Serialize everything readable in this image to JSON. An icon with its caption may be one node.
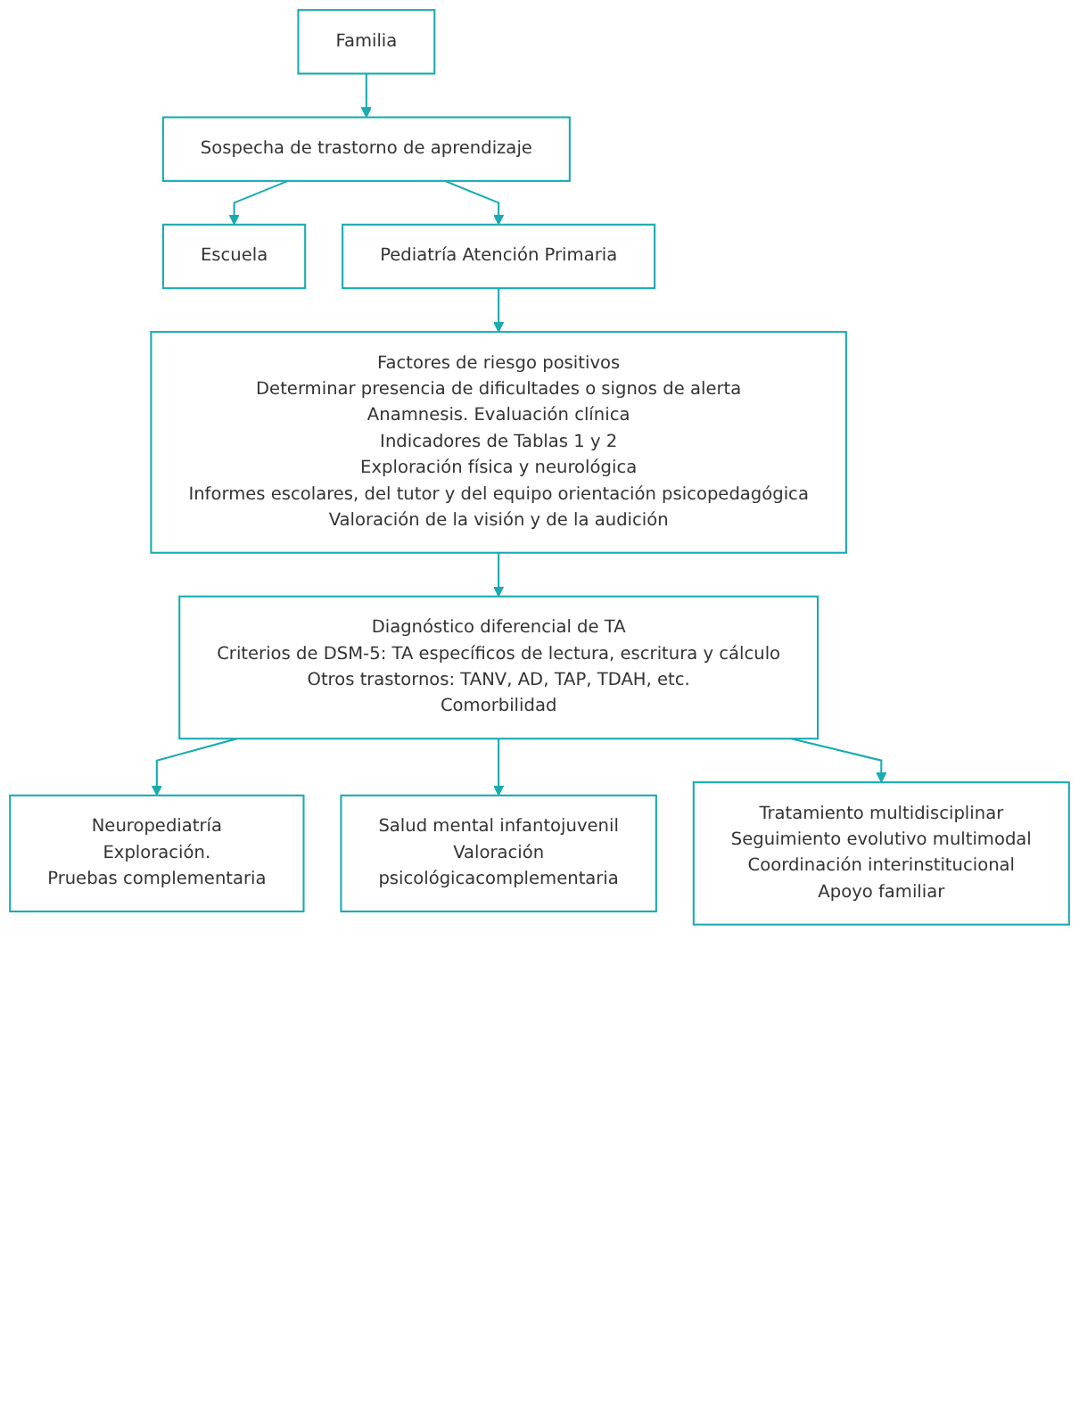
{
  "diagram": {
    "nodes": [
      {
        "text": [
          "Familia"
        ]
      },
      {
        "text": [
          "Sospecha de trastorno de aprendizaje"
        ]
      },
      {
        "text": [
          "Escuela"
        ]
      },
      {
        "text": [
          "Pediatría Atención Primaria"
        ]
      },
      {
        "text": [
          "Factores de riesgo positivos",
          "Determinar presencia de dificultades o signos de alerta",
          "Anamnesis. Evaluación clínica",
          "Indicadores de Tablas 1 y 2",
          "Exploración física y neurológica",
          "Informes escolares, del tutor y del equipo orientación psicopedagógica",
          "Valoración de la visión y de la audición"
        ]
      },
      {
        "text": [
          "Diagnóstico diferencial de TA",
          "Criterios de DSM-5: TA específicos de lectura, escritura y cálculo",
          "Otros trastornos: TANV, AD, TAP, TDAH, etc.",
          "Comorbilidad"
        ]
      },
      {
        "text": [
          "Neuropediatría",
          "Exploración.",
          "Pruebas complementaria"
        ]
      },
      {
        "text": [
          "Salud mental infantojuvenil",
          "Valoración",
          "psicológicacomplementaria"
        ]
      },
      {
        "text": [
          "Tratamiento multidisciplinar",
          "Seguimiento evolutivo multimodal",
          "Coordinación interinstitucional",
          "Apoyo familiar"
        ]
      }
    ],
    "edges": [
      {
        "from": 0,
        "to": 1,
        "arrow": "to"
      },
      {
        "from": 1,
        "to": 2,
        "arrow": "to"
      },
      {
        "from": 1,
        "to": 3,
        "arrow": "to"
      },
      {
        "from": 3,
        "to": 4,
        "arrow": "to"
      },
      {
        "from": 4,
        "to": 5,
        "arrow": "to"
      },
      {
        "from": 5,
        "to": 6,
        "arrow": "to"
      },
      {
        "from": 5,
        "to": 7,
        "arrow": "to"
      },
      {
        "from": 5,
        "to": 8,
        "arrow": "to"
      }
    ]
  }
}
